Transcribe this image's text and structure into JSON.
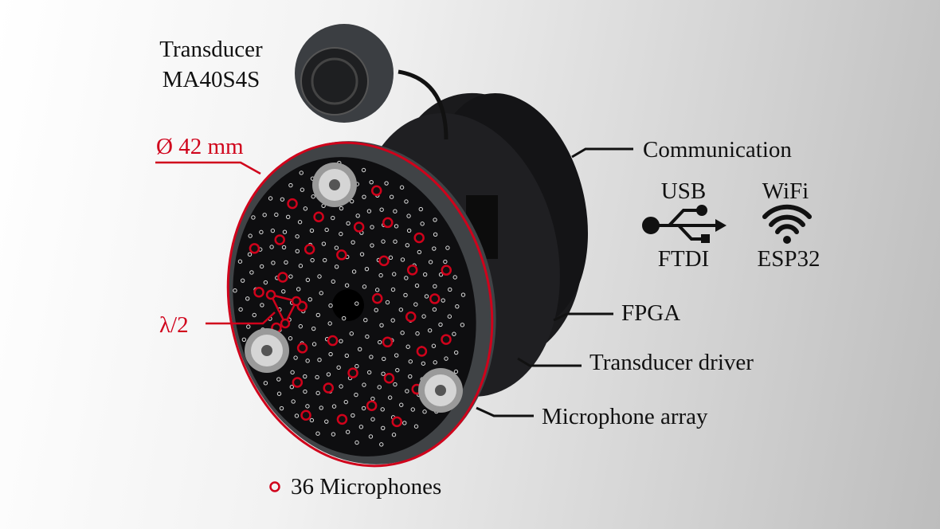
{
  "labels": {
    "transducer_line1": "Transducer",
    "transducer_line2": "MA40S4S",
    "diameter": "Ø 42 mm",
    "half_wavelength": "λ/2",
    "communication": "Communication",
    "usb": "USB",
    "wifi": "WiFi",
    "ftdi": "FTDI",
    "esp32": "ESP32",
    "fpga": "FPGA",
    "transducer_driver": "Transducer driver",
    "microphone_array": "Microphone array",
    "microphones_legend": "36 Microphones"
  },
  "microphone_count": 36,
  "colors": {
    "accent": "#d0021b",
    "board": "#111111",
    "housing": "#3a3d40"
  },
  "icons": [
    "usb-icon",
    "wifi-icon",
    "microphone-marker-icon"
  ]
}
